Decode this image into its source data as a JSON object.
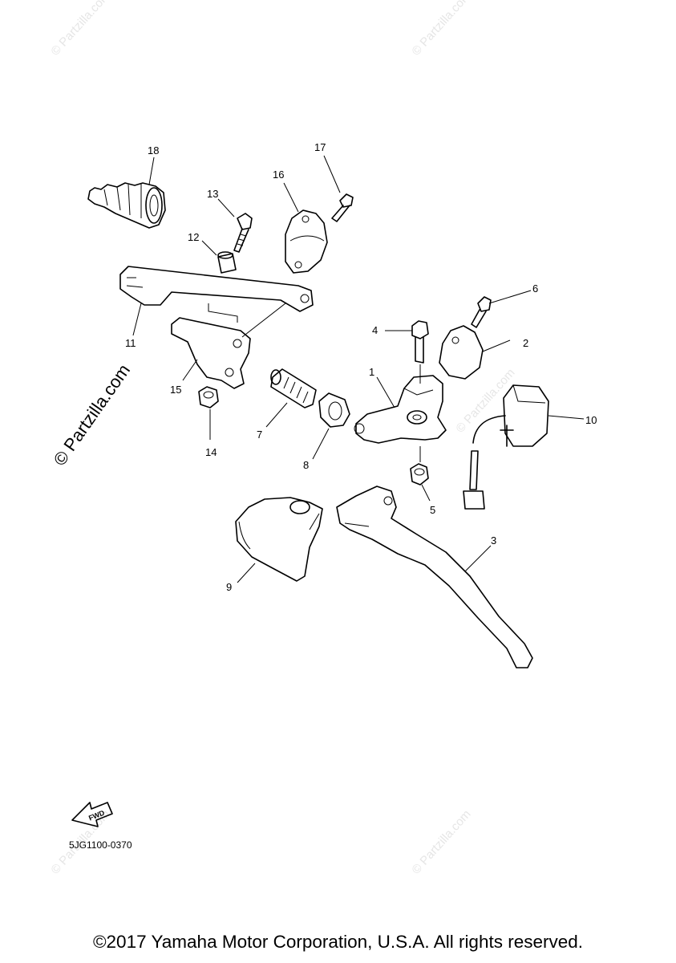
{
  "watermarks": {
    "small": "© Partzilla.com",
    "large": "© Partzilla.com"
  },
  "callouts": [
    "1",
    "2",
    "3",
    "4",
    "5",
    "6",
    "7",
    "8",
    "9",
    "10",
    "11",
    "12",
    "13",
    "14",
    "15",
    "16",
    "17",
    "18"
  ],
  "fwd_badge": "FWD",
  "diagram_code": "5JG1100-0370",
  "copyright": "©2017 Yamaha Motor Corporation, U.S.A. All rights reserved."
}
